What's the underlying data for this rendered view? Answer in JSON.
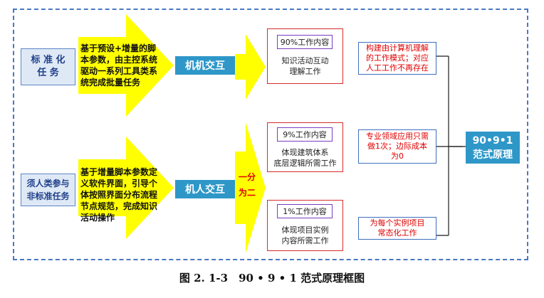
{
  "tasks": {
    "standard": "标 准 化\n任    务",
    "nonstandard": "须人类参与\n非标准任务"
  },
  "arrows": {
    "top_text": "基于预设+增量的脚\n本参数，由主控系统\n驱动一系列工具类系\n统完成批量任务",
    "bottom_text": "基于增量脚本参数定\n义软件界面，引导个\n体按照界面分布流程\n节点规范，完成知识\n活动操作"
  },
  "modes": {
    "machine_machine": "机机交互",
    "human_machine": "机人交互"
  },
  "split": "一分\n为二",
  "contents": [
    {
      "pct": "90%工作内容",
      "desc": "知识活动互动\n理解工作"
    },
    {
      "pct": "9%工作内容",
      "desc": "体现建筑体系\n底层逻辑所需工作"
    },
    {
      "pct": "1%工作内容",
      "desc": "体现项目实例\n内容所需工作"
    }
  ],
  "notes": [
    "构建由计算机理解\n的工作模式；对应\n人工工作不再存在",
    "专业领域应用只需\n做1次；边际成本\n为0",
    "为每个实例项目\n常态化工作"
  ],
  "principle": "90•9•1\n范式原理",
  "caption": "图 2. 1-3　90 • 9 • 1 范式原理框图",
  "colors": {
    "arrow_yellow": "#ffff00",
    "mode_blue": "#2e97c8",
    "task_bg": "#dfe9f6",
    "red": "#e00000",
    "dash_blue": "#4a78c2"
  }
}
